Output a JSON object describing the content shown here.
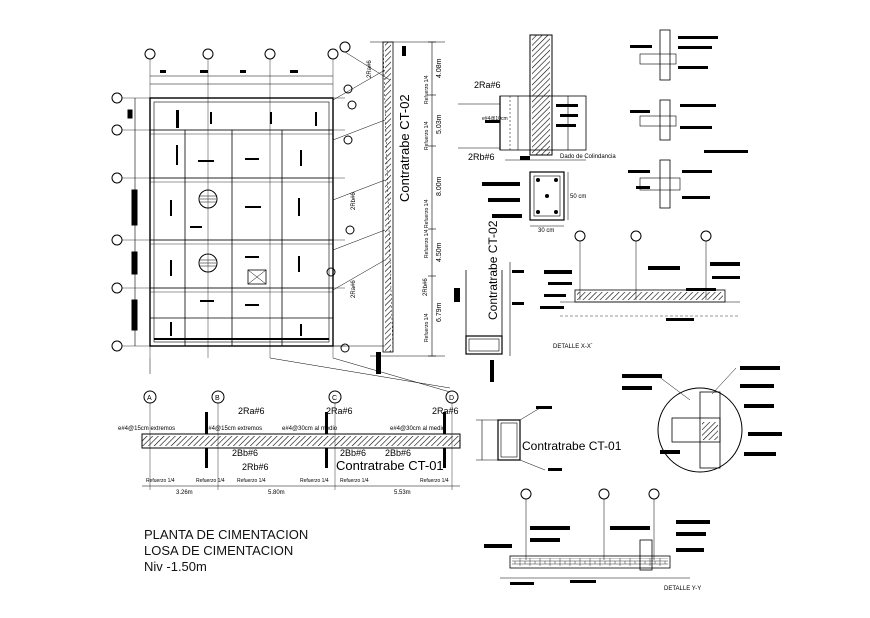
{
  "title_block": {
    "line1": "PLANTA DE CIMENTACION",
    "line2": "LOSA DE CIMENTACION",
    "line3": "Niv -1.50m"
  },
  "plan": {
    "grid_bubbles_top": [
      "",
      "",
      "",
      ""
    ],
    "side_dims": [
      "4.08m",
      "5.03m",
      "8.00m",
      "4.50m",
      "6.79m"
    ],
    "refuerzo_labels": [
      "Refuerzo 1/4",
      "Refuerzo 1/4",
      "Refuerzo 1/4",
      "Refuerzo 1/4",
      "Refuerzo 1/4"
    ],
    "side_bar_labels": [
      "2Ra#6",
      "2Rb#6",
      "2Ra#6",
      "2Rb#6"
    ]
  },
  "ct02_long": {
    "title": "Contratrabe CT-02"
  },
  "beam_ct01": {
    "grid_labels": [
      "A",
      "B",
      "C",
      "D"
    ],
    "top_bars": [
      "2Ra#6",
      "2Ra#6",
      "2Ra#6"
    ],
    "stirrup_notes": [
      "e#4@15cm extremos",
      "e#4@15cm extremos",
      "e#4@30cm al medio",
      "e#4@30cm al medio"
    ],
    "bottom_bars": [
      "2Bb#6",
      "2Bb#6",
      "2Bb#6",
      "2Rb#6"
    ],
    "title": "Contratrabe CT-01",
    "refuerzo_row": [
      "Refuerzo 1/4",
      "Refuerzo 1/4",
      "Refuerzo 1/4",
      "Refuerzo 1/4",
      "Refuerzo 1/4",
      "Refuerzo 1/4"
    ],
    "spans": [
      "3.26m",
      "5.80m",
      "5.53m"
    ]
  },
  "column_detail": {
    "top_bar": "2Ra#6",
    "bottom_bar": "2Rb#6",
    "stirrup": "e#4@10cm",
    "caption": "Dado de Colindancia"
  },
  "section_ct": {
    "height": "50 cm",
    "width": "30 cm"
  },
  "section_ct02": {
    "title": "Contratrabe CT-02"
  },
  "section_ct01": {
    "title": "Contratrabe CT-01"
  },
  "details": {
    "xx": "DETALLE X-X´",
    "yy": "DETALLE Y-Y"
  }
}
